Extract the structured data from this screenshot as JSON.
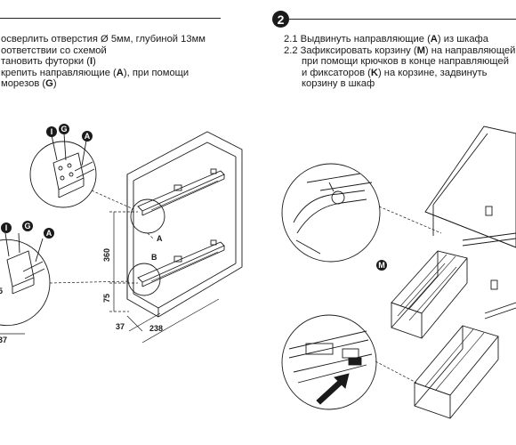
{
  "step1": {
    "lines": [
      {
        "pre": "осверлить отверстия Ø 5мм, глубиной 13мм",
        "bold": "",
        "post": ""
      },
      {
        "pre": "оответствии со схемой",
        "bold": "",
        "post": ""
      },
      {
        "pre": "тановить футорки (",
        "bold": "I",
        "post": ")"
      },
      {
        "pre": "крепить направляющие (",
        "bold": "A",
        "post": "), при помощи"
      },
      {
        "pre": "морезов (",
        "bold": "G",
        "post": ")"
      }
    ]
  },
  "step2": {
    "badge": "2",
    "lines": [
      {
        "pre": "2.1 Выдвинуть направляющие (",
        "bold": "A",
        "post": ") из шкафа"
      },
      {
        "pre": "2.2 Зафиксировать корзину (",
        "bold": "M",
        "post": ") на направляющей"
      },
      {
        "pre": "при помощи крючков в конце направляющей",
        "bold": "",
        "post": ""
      },
      {
        "pre": "и фиксаторов (",
        "bold": "K",
        "post": ") на корзине, задвинуть"
      },
      {
        "pre": "корзину в шкаф",
        "bold": "",
        "post": ""
      }
    ]
  },
  "callouts": {
    "I": "I",
    "G": "G",
    "A": "A",
    "M": "M"
  },
  "dimensions": {
    "height_360": "360",
    "height_75": "75",
    "depth_37": "37",
    "depth_238": "238",
    "left_37": "37",
    "left_5": "5"
  },
  "labels": {
    "rail_A": "A",
    "rail_B": "B"
  }
}
